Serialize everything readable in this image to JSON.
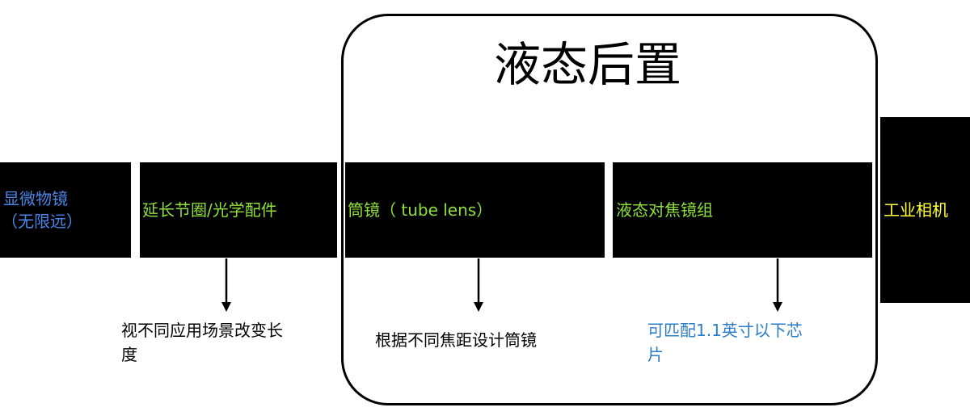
{
  "colors": {
    "box_fill": "#000000",
    "label_blue": "#4a86e8",
    "label_green": "#8ee03a",
    "label_yellow": "#ffff33",
    "note_dark": "#000000",
    "note_blue": "#2a7cc7"
  },
  "group": {
    "title": "液态后置"
  },
  "boxes": {
    "objective": {
      "line1": "显微物镜",
      "line2": "（无限远）"
    },
    "extension": {
      "label": "延长节圈/光学配件"
    },
    "tube_lens": {
      "label": "筒镜（ tube  lens）"
    },
    "liquid_focus": {
      "label": "液态对焦镜组"
    },
    "camera": {
      "label": "工业相机"
    }
  },
  "notes": {
    "extension": {
      "line1": "视不同应用场景改变长",
      "line2": "度"
    },
    "tube_lens": {
      "line1": "根据不同焦距设计筒镜"
    },
    "liquid_focus": {
      "line1": "可匹配1.1英寸以下芯",
      "line2": "片"
    }
  }
}
